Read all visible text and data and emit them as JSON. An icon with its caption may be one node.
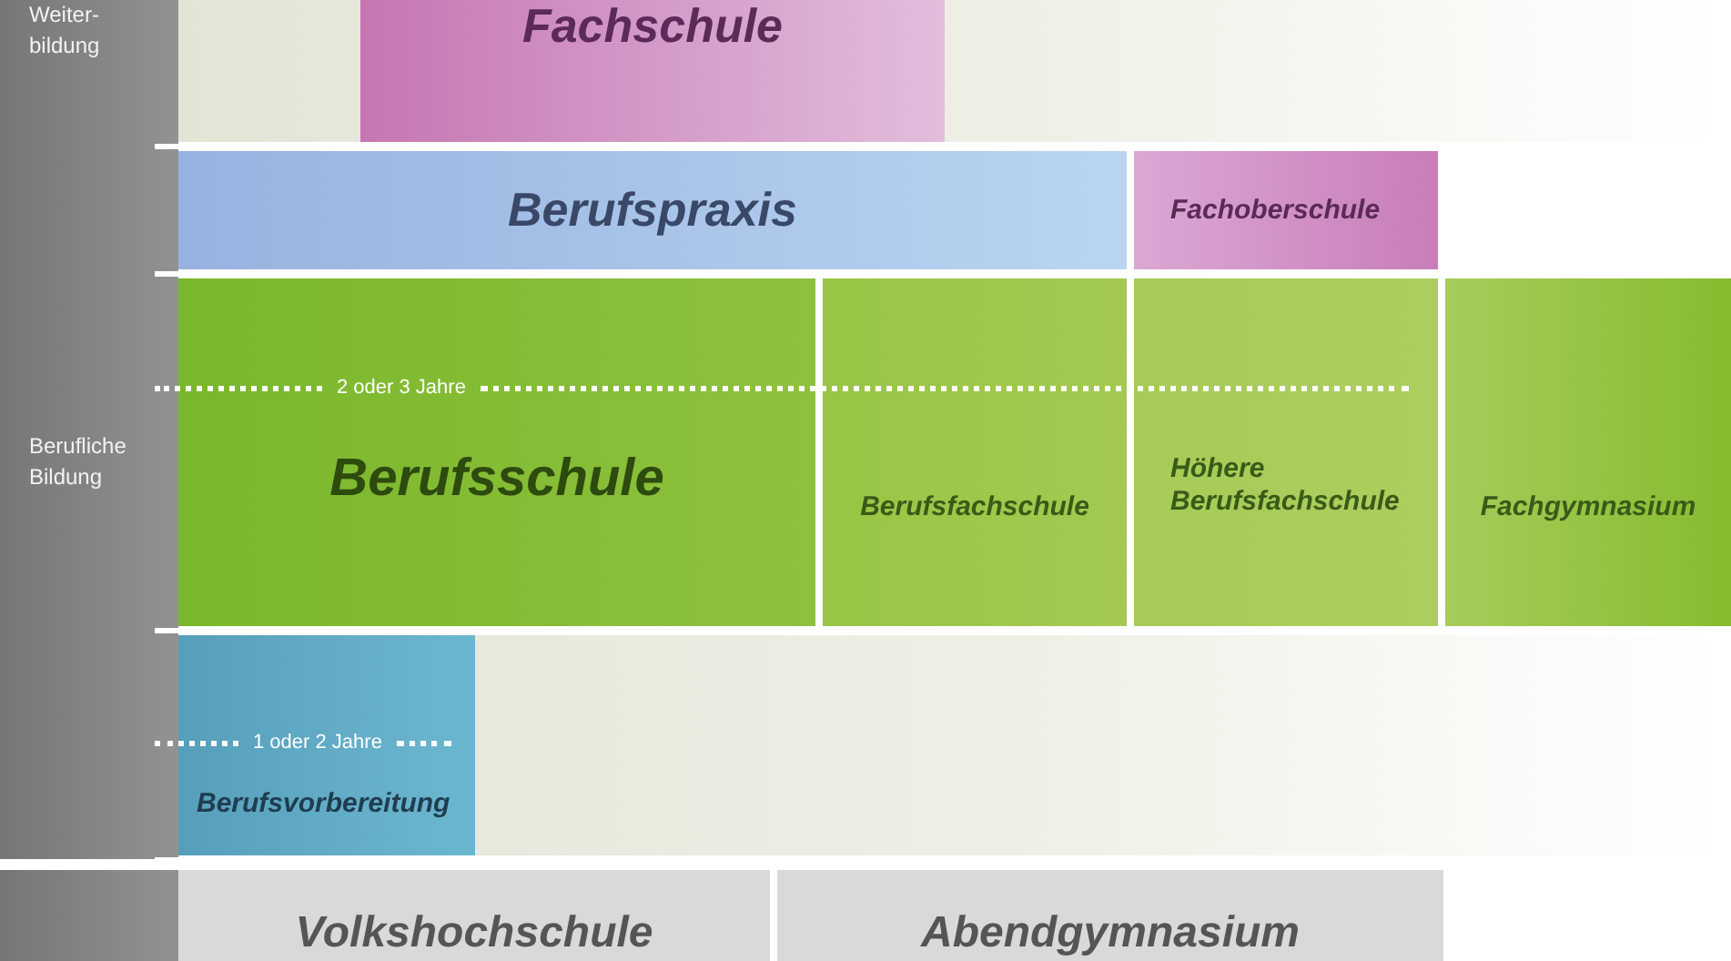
{
  "diagram": {
    "nodes": [
      {
        "text": [
          "Fachschule"
        ]
      },
      {
        "text": [
          "Berufspraxis"
        ]
      },
      {
        "text": [
          "Fachoberschule"
        ]
      },
      {
        "text": [
          "Berufsschule"
        ]
      },
      {
        "text": [
          "Berufsfachschule"
        ]
      },
      {
        "text": [
          "Höhere Berufsfachschule"
        ]
      },
      {
        "text": [
          "Fachgymnasium"
        ]
      },
      {
        "text": [
          "Berufsvorbereitung"
        ]
      },
      {
        "text": [
          "Volkshochschule"
        ]
      },
      {
        "text": [
          "Abendgymnasium"
        ]
      }
    ],
    "labels": [
      "Weiter- bildung",
      "2 oder 3 Jahre",
      "Berufliche Bildung",
      "1 oder 2 Jahre"
    ]
  }
}
